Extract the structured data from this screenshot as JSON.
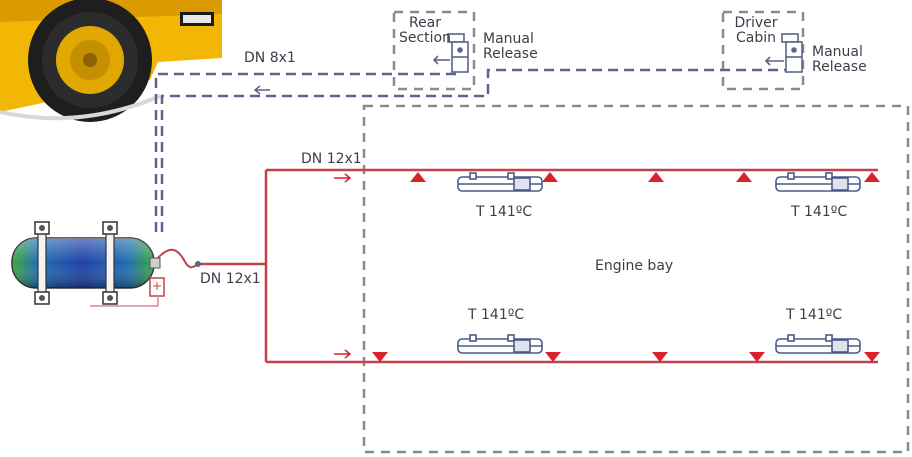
{
  "labels": {
    "rear_section": [
      "Rear",
      "Section"
    ],
    "rear_manual_release": [
      "Manual",
      "Release"
    ],
    "driver_cabin": [
      "Driver",
      "Cabin"
    ],
    "cabin_manual_release": [
      "Manual",
      "Release"
    ],
    "pneumatic_line": "DN 8x1",
    "upper_line": "DN 12x1",
    "cylinder_line": "DN 12x1",
    "engine_bay": "Engine bay",
    "detector_1": "T 141ºC",
    "detector_2": "T 141ºC",
    "detector_3": "T 141ºC",
    "detector_4": "T 141ºC"
  },
  "colors": {
    "pipe": "#c0424a",
    "nozzle": "#d9232a",
    "pneumatic": "#5a648c",
    "zone_border": "#8a8a8a",
    "text": "#3a3f4a",
    "vehicle": "#f2b705"
  }
}
